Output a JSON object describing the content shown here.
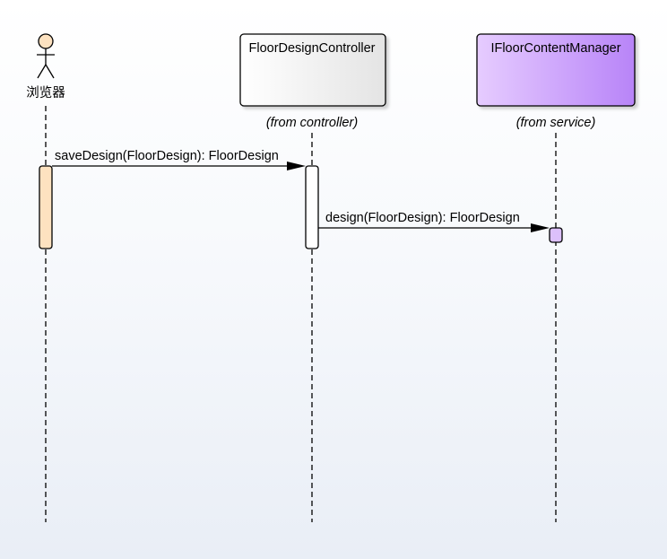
{
  "diagram": {
    "type": "sequence",
    "actor": {
      "label": "浏览器",
      "color": "#fde2c0",
      "icon": "stick-figure-icon"
    },
    "participants": [
      {
        "name": "FloorDesignController",
        "stereotype": "(from controller)",
        "fill_start": "#ffffff",
        "fill_end": "#e4e4e4",
        "activation_color": "#ffffff"
      },
      {
        "name": "IFloorContentManager",
        "stereotype": "(from service)",
        "fill_start": "#e6ccff",
        "fill_end": "#b884f8",
        "activation_color": "#dcc0fb"
      }
    ],
    "actor_activation_color": "#fde2c0",
    "messages": [
      {
        "label": "saveDesign(FloorDesign): FloorDesign",
        "from": "浏览器",
        "to": "FloorDesignController"
      },
      {
        "label": "design(FloorDesign): FloorDesign",
        "from": "FloorDesignController",
        "to": "IFloorContentManager"
      }
    ]
  }
}
